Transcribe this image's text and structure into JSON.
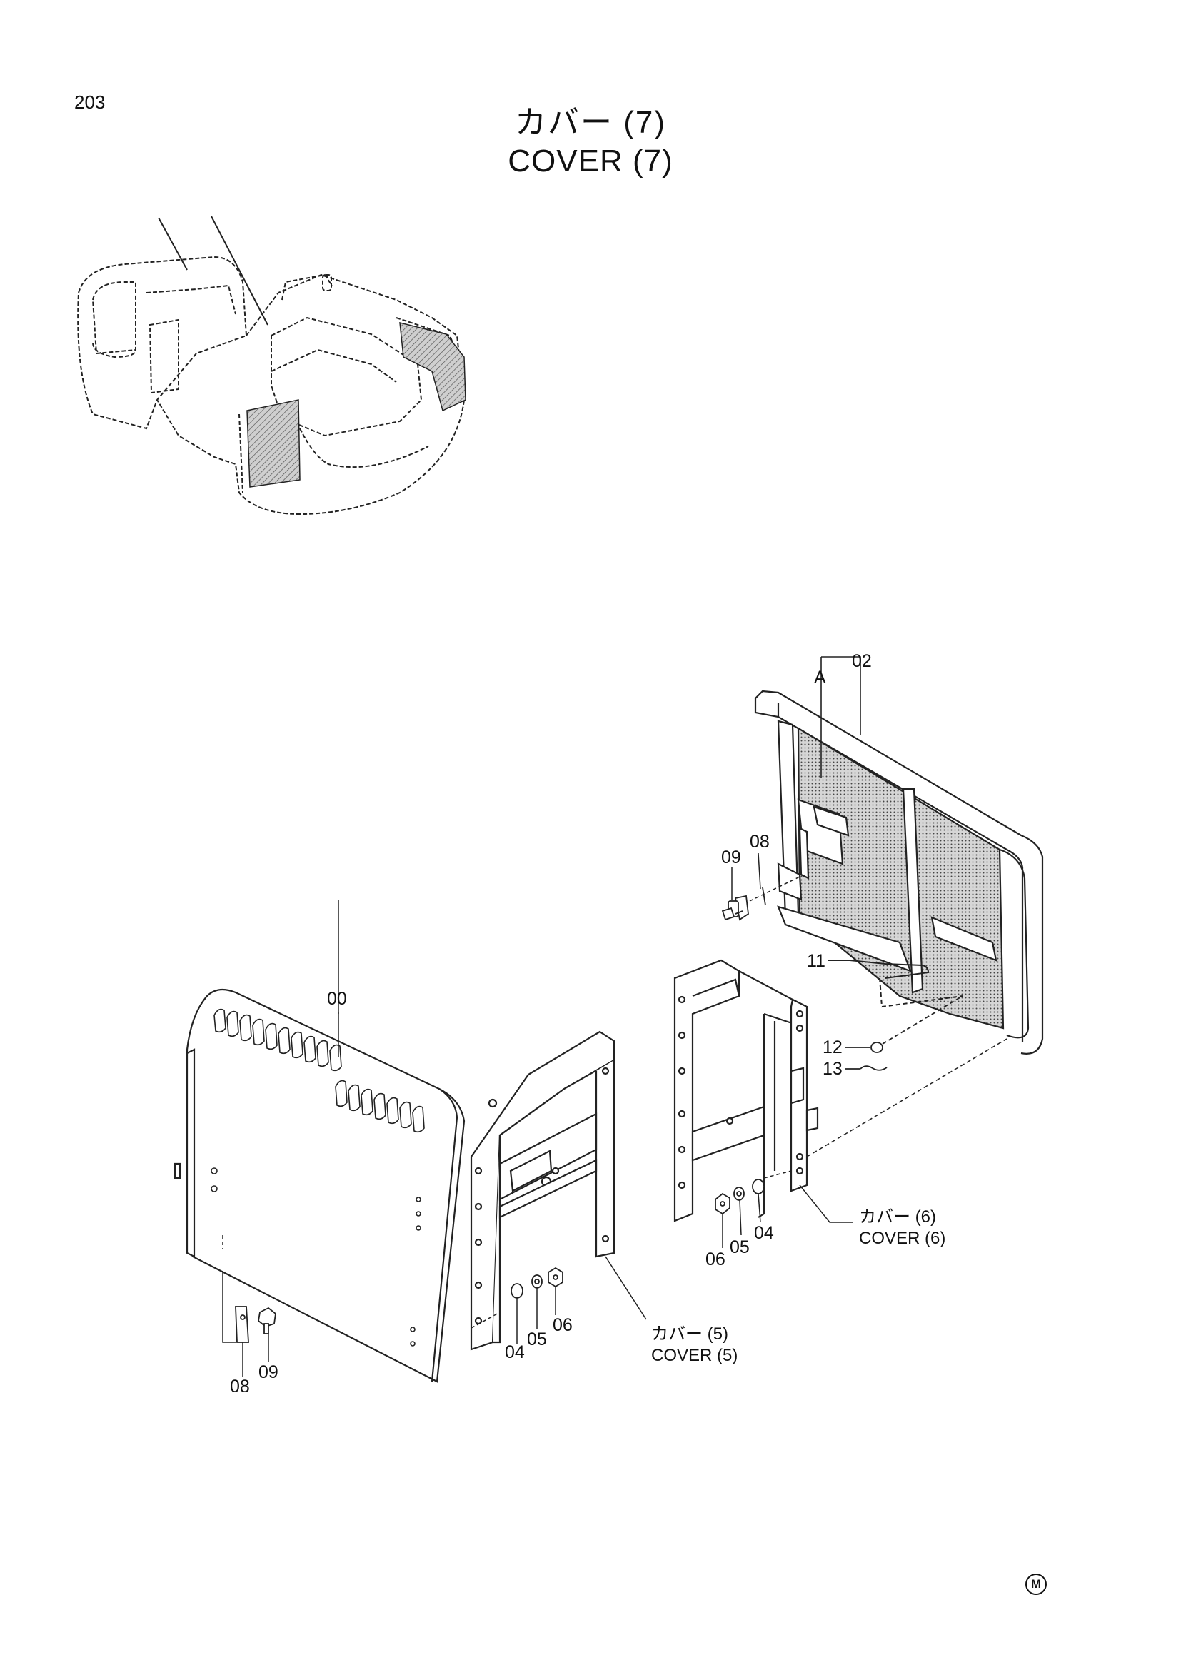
{
  "page": {
    "number": "203",
    "title_jp": "カバー (7)",
    "title_en": "COVER (7)",
    "mark": "M"
  },
  "parts": {
    "p00": "00",
    "p02": "02",
    "pA": "A",
    "p04": "04",
    "p05": "05",
    "p06": "06",
    "p08": "08",
    "p09": "09",
    "p11": "11",
    "p12": "12",
    "p13": "13"
  },
  "callouts": {
    "cover5_jp": "カバー (5)",
    "cover5_en": "COVER (5)",
    "cover6_jp": "カバー (6)",
    "cover6_en": "COVER (6)"
  }
}
